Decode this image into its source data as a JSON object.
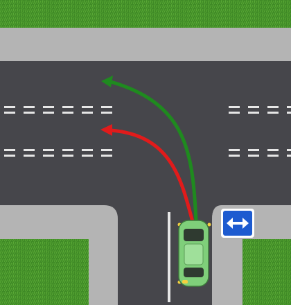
{
  "scene": {
    "type": "road intersection diagram",
    "colors": {
      "grass": "#3f8a26",
      "sidewalk": "#b4b4b4",
      "road": "#46464b",
      "lane_marking": "#e6e6e6",
      "green_arrow": "#1f8a1f",
      "red_arrow": "#e11b1b",
      "car": "#7fcf7a",
      "sign_blue": "#1d5bd0"
    }
  },
  "sign": {
    "icon": "two-way-horizontal-arrows"
  },
  "car": {
    "icon": "car-top-view"
  },
  "paths": [
    {
      "name": "green-path",
      "color": "green"
    },
    {
      "name": "red-path",
      "color": "red"
    }
  ]
}
